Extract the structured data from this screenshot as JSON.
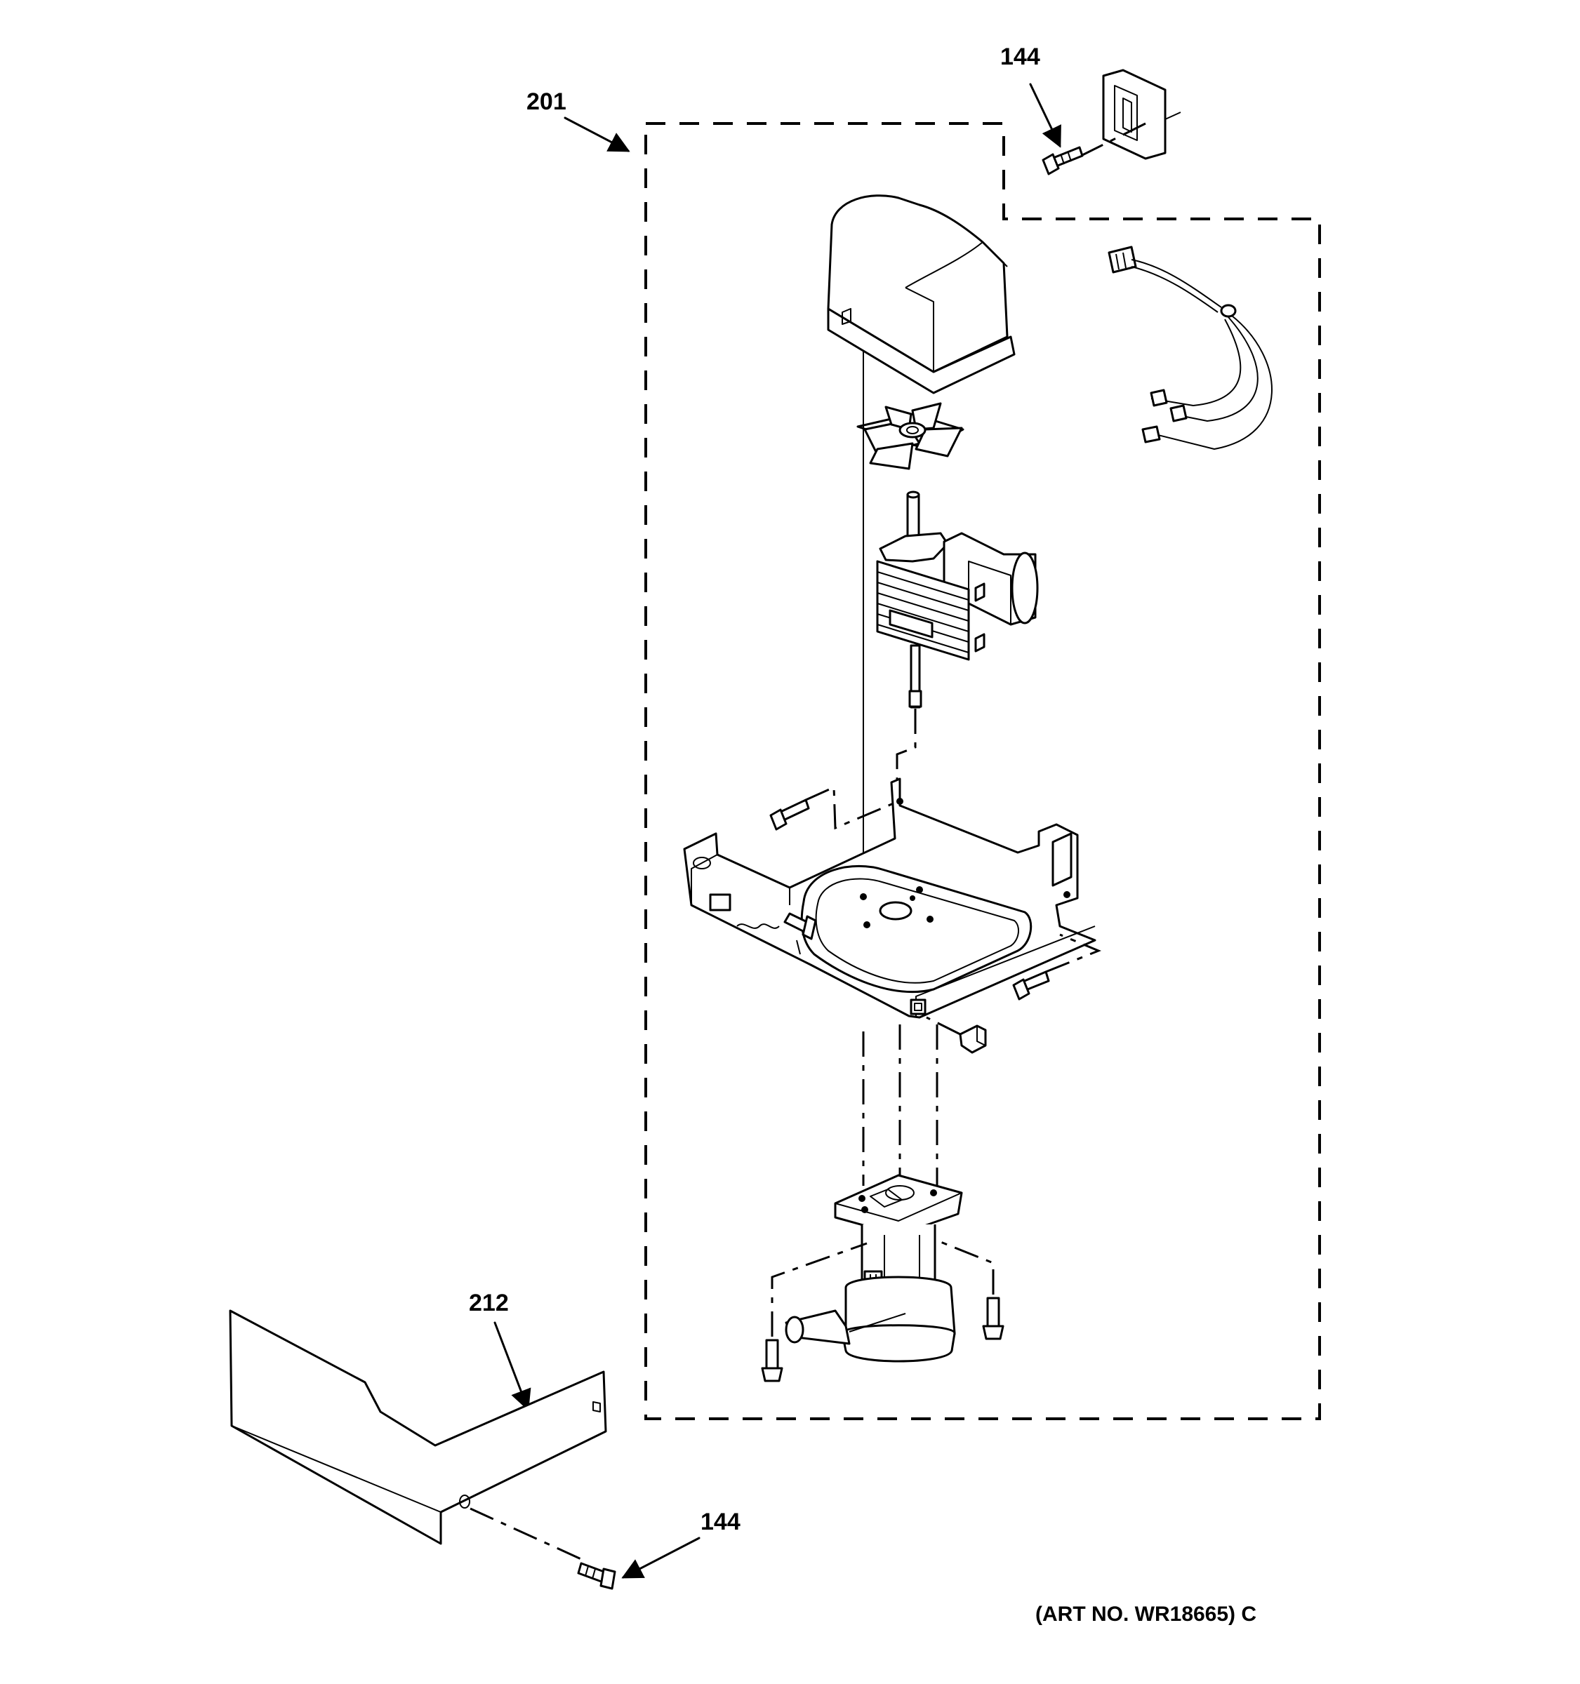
{
  "callouts": {
    "assembly": "201",
    "screw_top": "144",
    "cover": "212",
    "screw_bottom": "144"
  },
  "art_number": "(ART NO. WR18665) C"
}
